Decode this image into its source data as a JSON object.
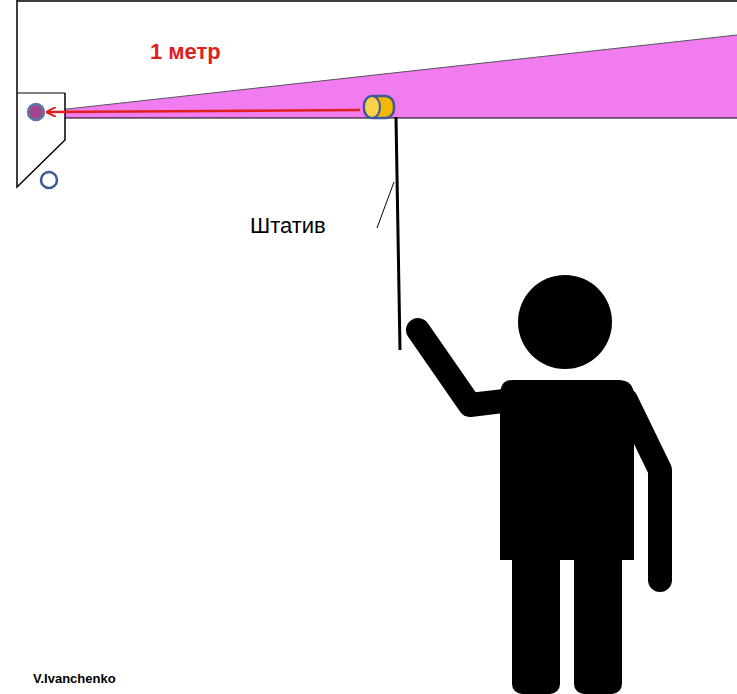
{
  "diagram": {
    "labels": [
      "1 метр",
      "Штатив",
      "V.Ivanchenko"
    ]
  }
}
